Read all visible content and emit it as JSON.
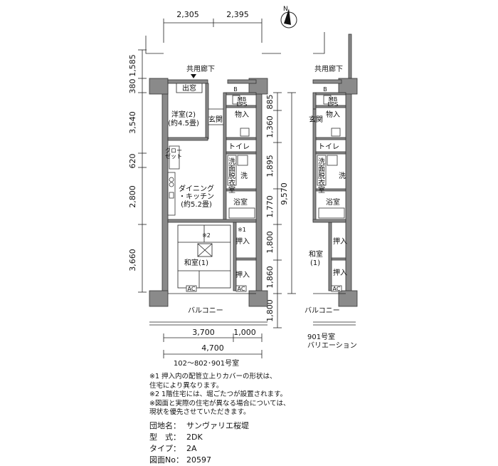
{
  "dims_top": [
    "2,305",
    "2,395"
  ],
  "dims_left": [
    "1,585",
    "380",
    "3,540",
    "620",
    "2,800",
    "3,660"
  ],
  "dims_right": [
    "885",
    "1,360",
    "1,895",
    "1,770",
    "1,800",
    "1,860",
    "1,800"
  ],
  "dim_total_vertical": "9,570",
  "dims_bottom": [
    "3,700",
    "1,000"
  ],
  "dim_total_bottom": "4,700",
  "rooms": {
    "corridor": "共用廊下",
    "window": "出窓",
    "b": "B",
    "mb": "MB",
    "eps": "EPS",
    "storage": "物入",
    "entrance": "玄関",
    "western_line1": "洋室(2)",
    "western_line2": "(約4.5畳)",
    "closet_line1": "クロー",
    "closet_line2": "ゼット",
    "toilet": "トイレ",
    "washroom_1": "洗",
    "washroom_2": "面",
    "washroom_3": "脱",
    "washroom_4": "衣",
    "washroom_5": "室",
    "washer": "洗",
    "dining_line1": "ダイニング",
    "dining_line2": "・キッチン",
    "dining_line3": "(約5.2畳)",
    "bath": "浴室",
    "note1_mark": "※1",
    "note2_mark": "※2",
    "closet_oshi": "押入",
    "japanese_line1": "和室(1)",
    "japanese_line2": "和室",
    "japanese_line3": "(1)",
    "ac": "AC",
    "balcony": "バルコニー"
  },
  "variation_label_line1": "901号室",
  "variation_label_line2": "バリエーション",
  "unit_caption": "102～802･901号室",
  "notes": [
    "※1  押入内の配管立上りカバーの形状は、",
    "       住宅により異なります。",
    "※2  1階住宅には、堀ごたつが設置されます。",
    "※図面と実際の住宅が異なる場合については、",
    "     現状を優先させていただきます。"
  ],
  "meta": [
    {
      "key": "団地名：",
      "value": "サンヴァリエ桜堤"
    },
    {
      "key": "型　式：",
      "value": "2DK"
    },
    {
      "key": "タイプ：",
      "value": "2A"
    },
    {
      "key": "図面No：",
      "value": "20597"
    }
  ],
  "north_label": "N"
}
